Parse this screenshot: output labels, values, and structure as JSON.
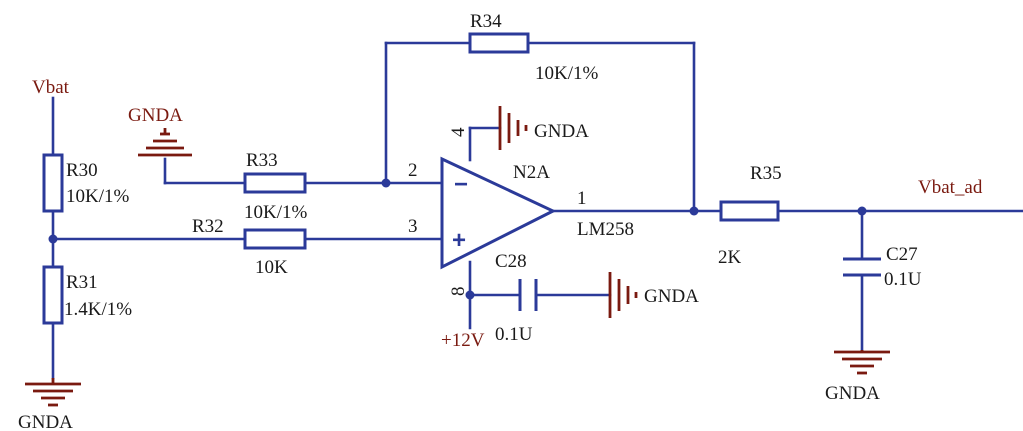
{
  "nets": {
    "vbat": "Vbat",
    "vbat_ad": "Vbat_ad",
    "gnda": "GNDA",
    "v12": "+12V"
  },
  "components": {
    "r30": {
      "ref": "R30",
      "value": "10K/1%"
    },
    "r31": {
      "ref": "R31",
      "value": "1.4K/1%"
    },
    "r32": {
      "ref": "R32",
      "value": "10K"
    },
    "r33": {
      "ref": "R33",
      "value": "10K/1%"
    },
    "r34": {
      "ref": "R34",
      "value": "10K/1%"
    },
    "r35": {
      "ref": "R35",
      "value": "2K"
    },
    "c27": {
      "ref": "C27",
      "value": "0.1U"
    },
    "c28": {
      "ref": "C28",
      "value": "0.1U"
    },
    "u1": {
      "ref": "N2A",
      "part": "LM258"
    }
  },
  "pins": {
    "inv": "2",
    "noninv": "3",
    "out": "1",
    "vcc": "8",
    "gnd": "4"
  },
  "symbols": {
    "minus": "−",
    "plus": "+"
  },
  "colors": {
    "wire": "#2b3a99",
    "ground_symbol": "#7a1a10",
    "net_label": "#7a1a10",
    "text": "#1a1a1a"
  }
}
